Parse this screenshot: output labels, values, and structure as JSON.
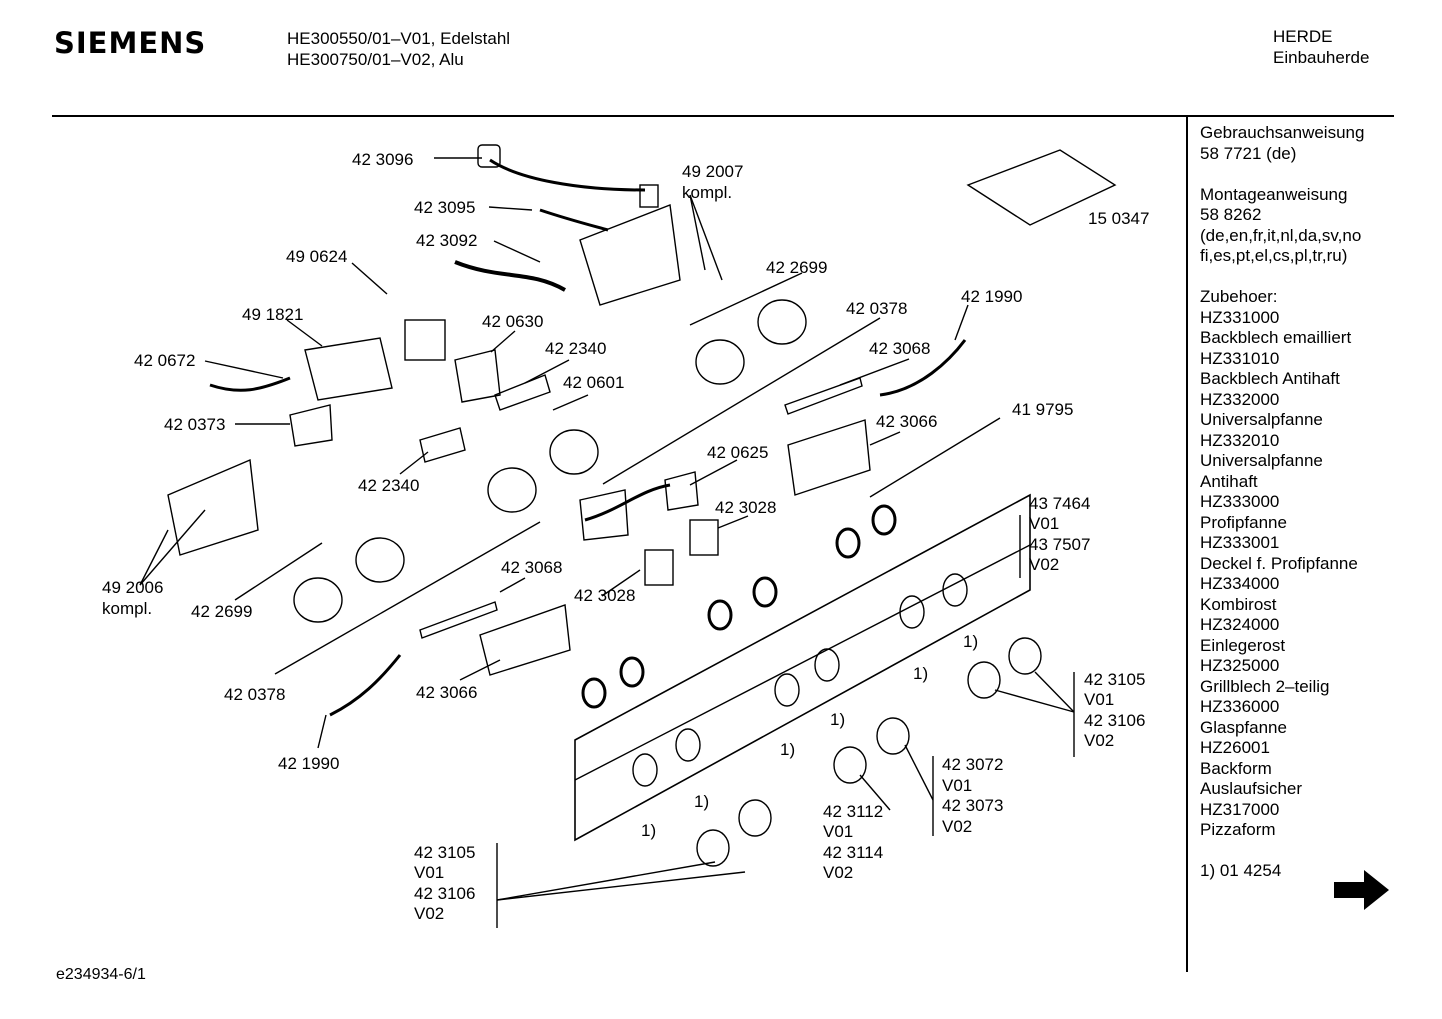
{
  "header": {
    "brand": "SIEMENS",
    "model_line_1": "HE300550/01–V01, Edelstahl",
    "model_line_2": "HE300750/01–V02, Alu",
    "category_line_1": "HERDE",
    "category_line_2": "Einbauherde"
  },
  "sidebar": {
    "lines": [
      "Gebrauchsanweisung",
      "58 7721 (de)",
      "",
      "Montageanweisung",
      "58 8262",
      "(de,en,fr,it,nl,da,sv,no",
      "fi,es,pt,el,cs,pl,tr,ru)",
      "",
      "Zubehoer:",
      "HZ331000",
      "Backblech emailliert",
      "HZ331010",
      "Backblech Antihaft",
      "HZ332000",
      "Universalpfanne",
      "HZ332010",
      "Universalpfanne",
      "Antihaft",
      "HZ333000",
      "Profipfanne",
      "HZ333001",
      "Deckel f. Profipfanne",
      "HZ334000",
      "Kombirost",
      "HZ324000",
      "Einlegerost",
      "HZ325000",
      "Grillblech 2–teilig",
      "HZ336000",
      "Glaspfanne",
      "HZ26001",
      "Backform",
      "Auslaufsicher",
      "HZ317000",
      "Pizzaform",
      "",
      "1) 01 4254"
    ]
  },
  "parts": {
    "p423096": "42 3096",
    "p492007": "49 2007",
    "p492007b": "kompl.",
    "p423095": "42 3095",
    "p423092": "42 3092",
    "p490624": "49 0624",
    "p491821": "49 1821",
    "p420630": "42 0630",
    "p420672": "42 0672",
    "p422340a": "42 2340",
    "p420601": "42 0601",
    "p420373": "42 0373",
    "p422340b": "42 2340",
    "p422699a": "42 2699",
    "p420378a": "42 0378",
    "p421990a": "42 1990",
    "p423068a": "42 3068",
    "p423066a": "42 3066",
    "p419795": "41 9795",
    "p420625": "42 0625",
    "p423028a": "42 3028",
    "p437464": "43 7464",
    "p437464v": "V01",
    "p437507": "43 7507",
    "p437507v": "V02",
    "p492006": "49 2006",
    "p492006b": "kompl.",
    "p422699b": "42 2699",
    "p423068b": "42 3068",
    "p423028b": "42 3028",
    "p420378b": "42 0378",
    "p423066b": "42 3066",
    "p421990b": "42 1990",
    "p150347": "15 0347",
    "r423105": "42 3105",
    "r423105v": "V01",
    "r423106": "42 3106",
    "r423106v": "V02",
    "m423072": "42 3072",
    "m423072v": "V01",
    "m423073": "42 3073",
    "m423073v": "V02",
    "m423112": "42 3112",
    "m423112v": "V01",
    "m423114": "42 3114",
    "m423114v": "V02",
    "l423105": "42 3105",
    "l423105v": "V01",
    "l423106": "42 3106",
    "l423106v": "V02",
    "note1a": "1)",
    "note1b": "1)",
    "note1c": "1)",
    "note1d": "1)",
    "note1e": "1)",
    "note1f": "1)"
  },
  "footer": {
    "code": "e234934-6/1"
  },
  "icons": {
    "next": "arrow-right-icon"
  }
}
